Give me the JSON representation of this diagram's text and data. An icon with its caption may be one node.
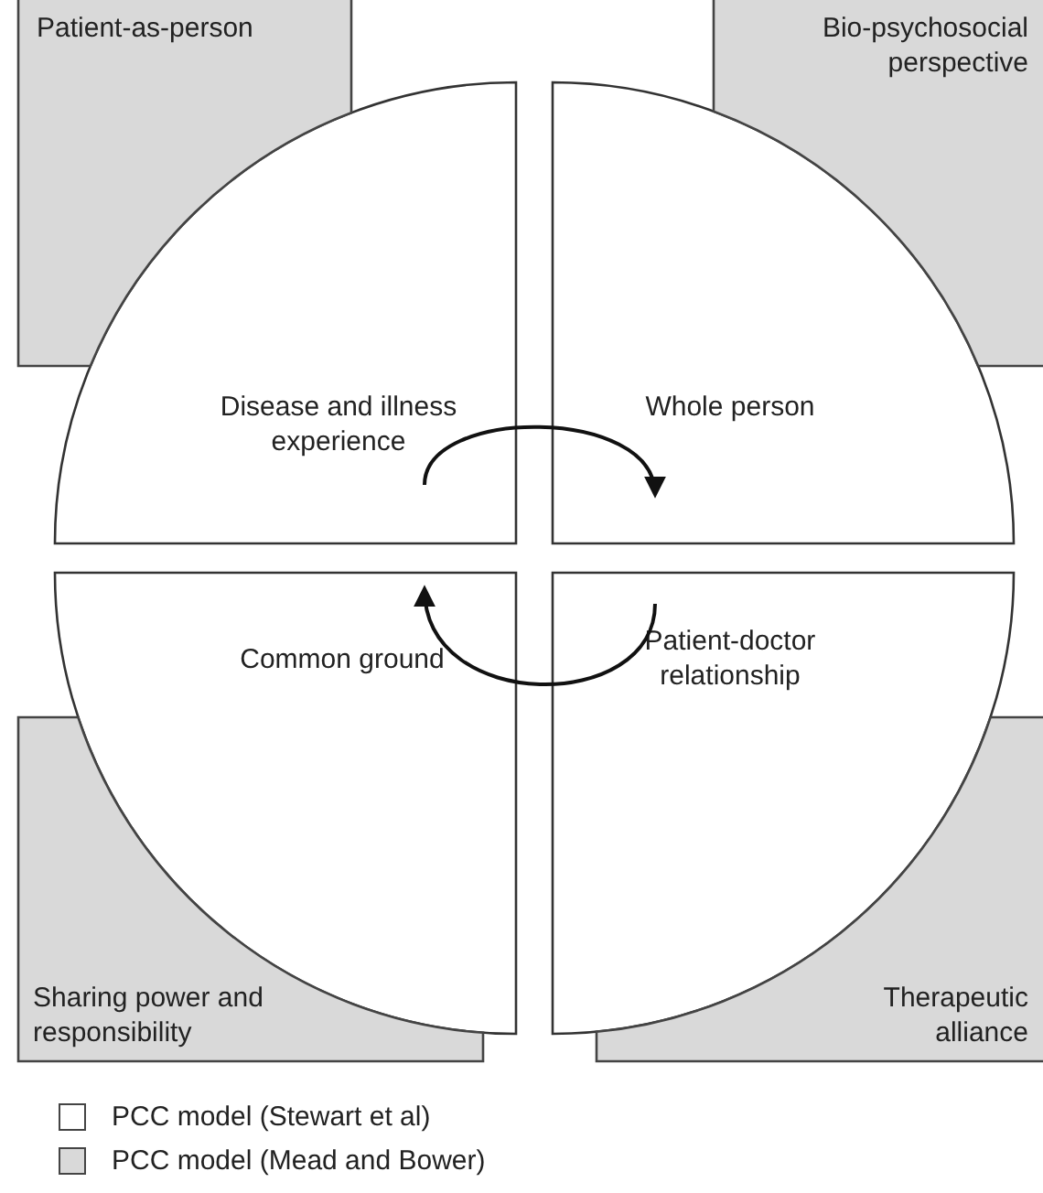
{
  "diagram": {
    "nodes": [
      {
        "text": [
          "Patient-as-person"
        ]
      },
      {
        "text": [
          "Bio-psychosocial perspective"
        ]
      },
      {
        "text": [
          "Disease and illness experience"
        ]
      },
      {
        "text": [
          "Whole person"
        ]
      },
      {
        "text": [
          "Common ground"
        ]
      },
      {
        "text": [
          "Patient-doctor relationship"
        ]
      },
      {
        "text": [
          "Sharing power and responsibility"
        ]
      },
      {
        "text": [
          "Therapeutic alliance"
        ]
      }
    ],
    "edges": [
      {
        "from": 2,
        "to": 3,
        "arrow": "to"
      },
      {
        "from": 5,
        "to": 4,
        "arrow": "to"
      }
    ],
    "legend": [
      {
        "text": "PCC model (Stewart et al)",
        "color": "#ffffff"
      },
      {
        "text": "PCC model (Mead and Bower)",
        "color": "#d9d9d9"
      }
    ]
  }
}
